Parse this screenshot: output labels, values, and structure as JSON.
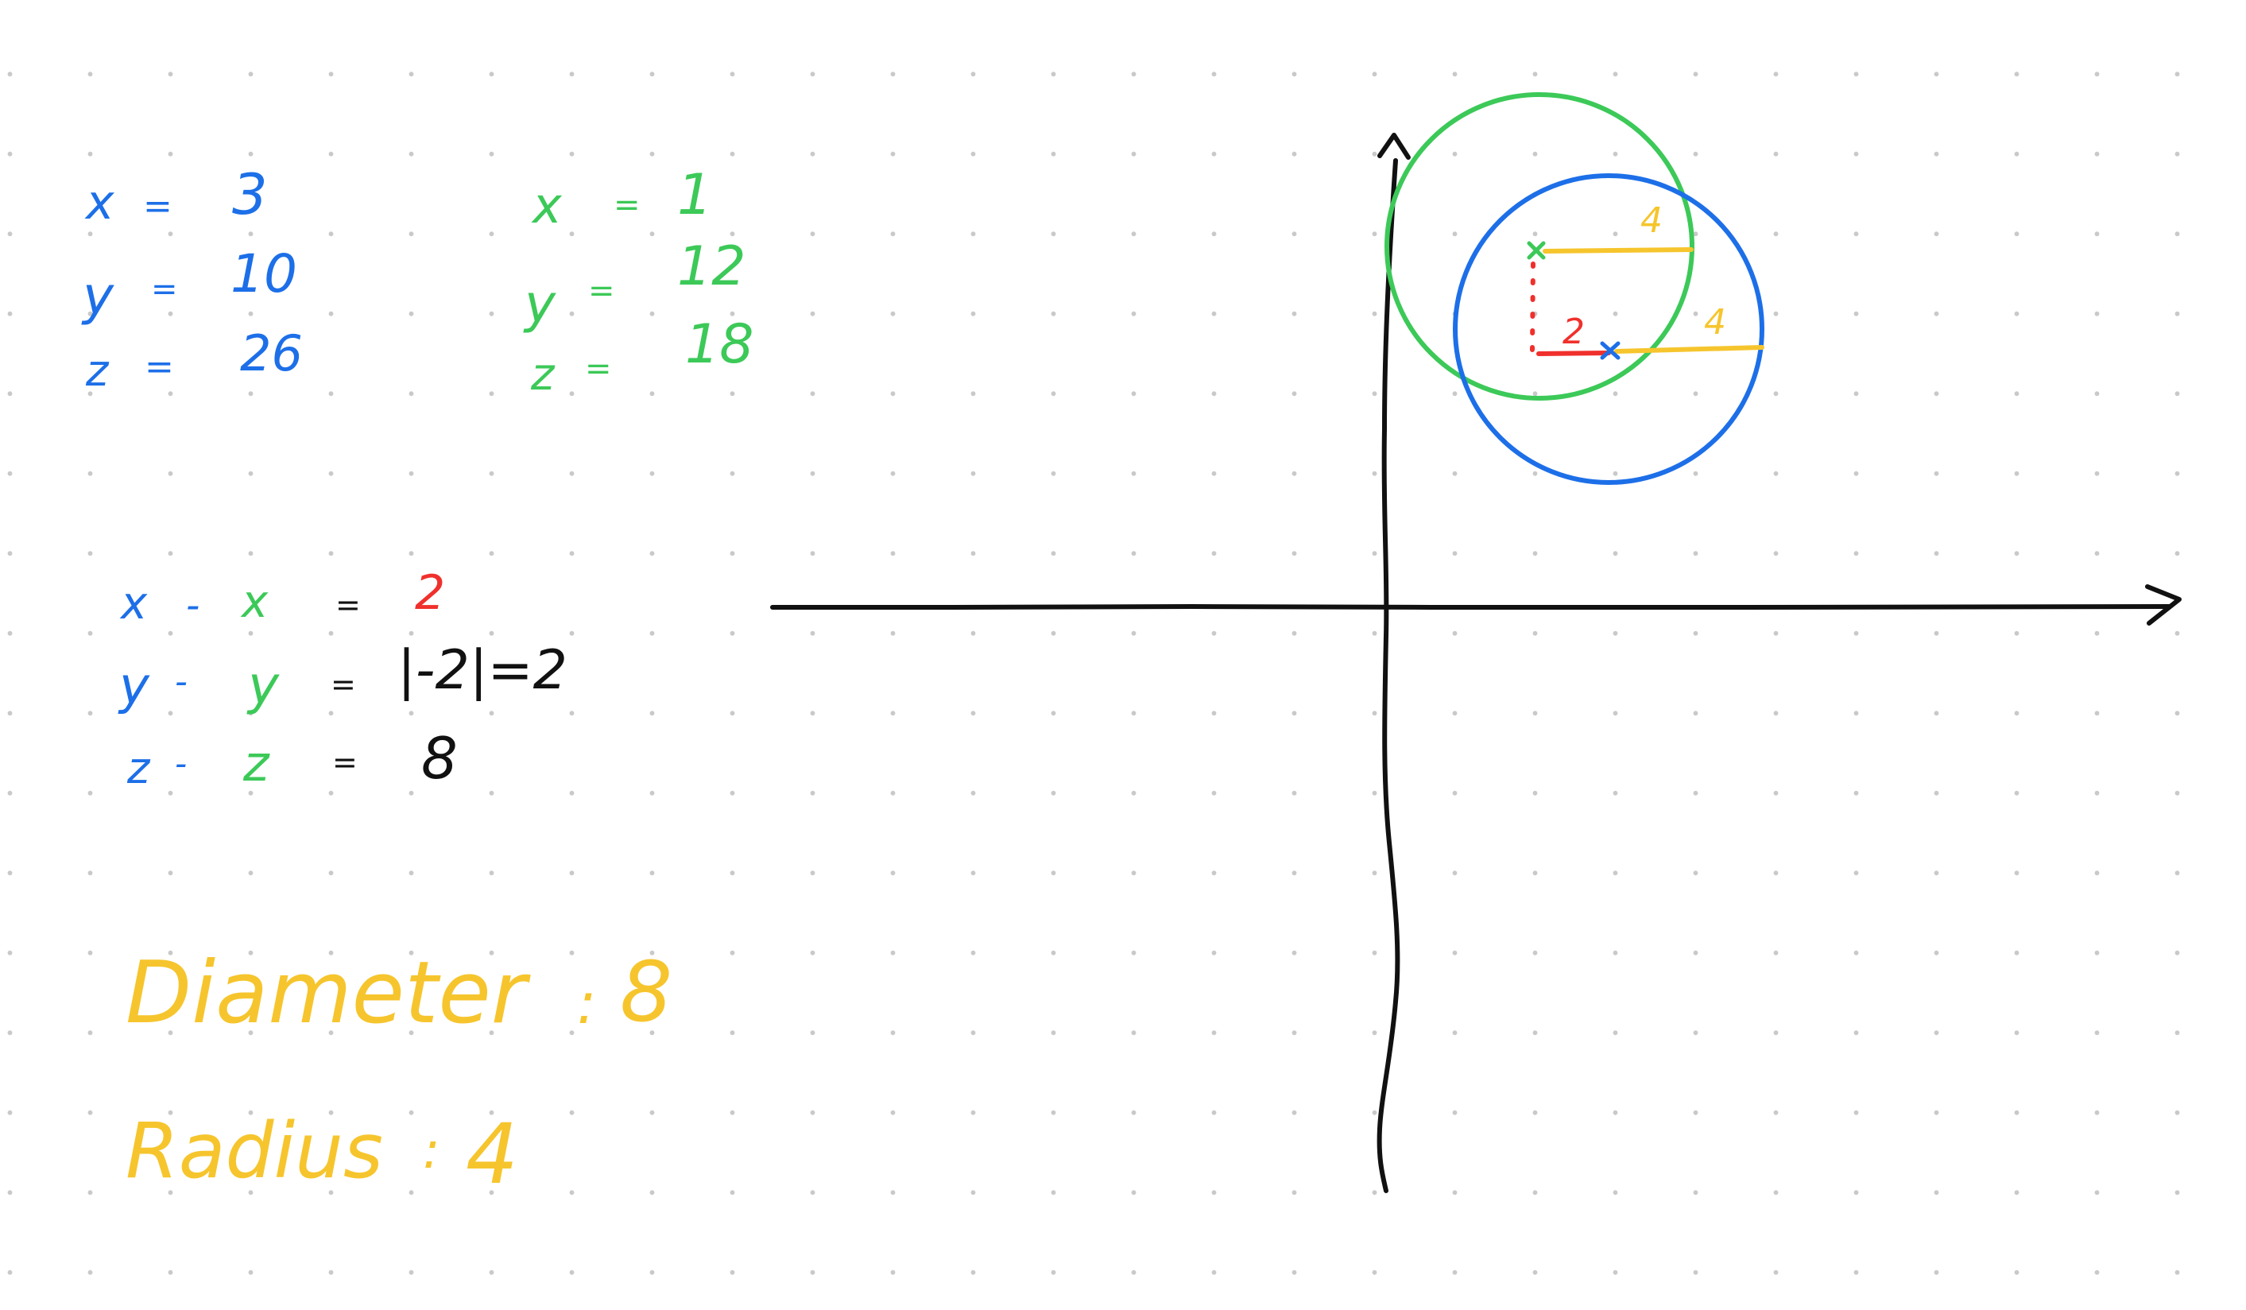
{
  "colors": {
    "ink": "#111111",
    "blue": "#1d6fe8",
    "green": "#3cc958",
    "red": "#f0302c",
    "yellow": "#f6c52d"
  },
  "blue_point": {
    "x_label": "x",
    "x_val": "3",
    "y_label": "y",
    "y_val": "10",
    "z_label": "z",
    "z_val": "26",
    "eq": "="
  },
  "green_point": {
    "x_label": "x",
    "x_val": "1",
    "y_label": "y",
    "y_val": "12",
    "z_label": "z",
    "z_val": "18",
    "eq": "="
  },
  "differences": {
    "minus": "-",
    "eq": "=",
    "x": {
      "a": "x",
      "b": "x",
      "result": "2"
    },
    "y": {
      "a": "y",
      "b": "y",
      "result": "|-2|=2"
    },
    "z": {
      "a": "z",
      "b": "z",
      "result": "8"
    }
  },
  "diameter": {
    "label": "Diameter",
    "sep": ":",
    "value": "8"
  },
  "radius": {
    "label": "Radius",
    "sep": ":",
    "value": "4"
  },
  "sketch": {
    "radius_label_green": "4",
    "radius_label_blue": "4",
    "offset_label": "2",
    "blue_center_marker": "x",
    "green_center_marker": "x"
  }
}
